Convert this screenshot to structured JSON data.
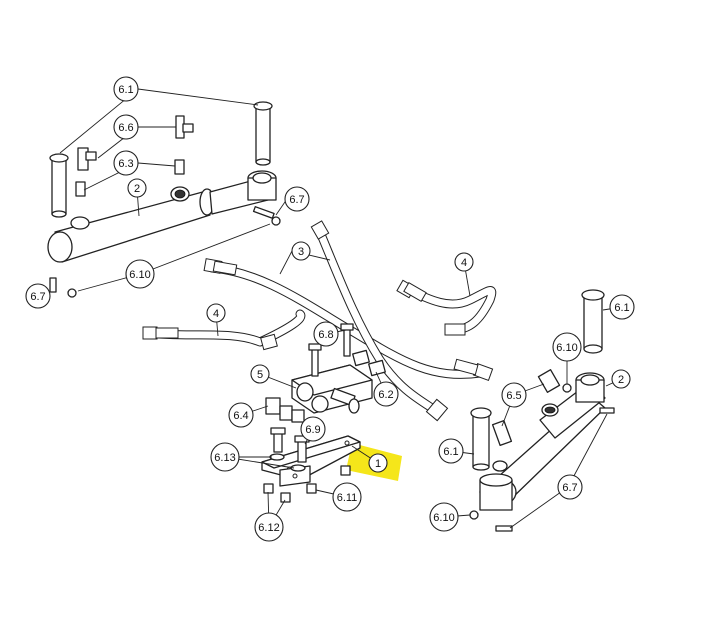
{
  "highlight_color": "#f5e61a",
  "callouts": {
    "c61_top": "6.1",
    "c66": "6.6",
    "c63": "6.3",
    "c2_top": "2",
    "c67_top": "6.7",
    "c3": "3",
    "c4_right": "4",
    "c610_left": "6.10",
    "c67_left": "6.7",
    "c4_mid": "4",
    "c68": "6.8",
    "c5": "5",
    "c62": "6.2",
    "c64": "6.4",
    "c69": "6.9",
    "c613": "6.13",
    "c1": "1",
    "c611": "6.11",
    "c612": "6.12",
    "c61_right": "6.1",
    "c610_right": "6.10",
    "c2_right": "2",
    "c65": "6.5",
    "c61_lower": "6.1",
    "c67_right": "6.7",
    "c610_bottom": "6.10"
  }
}
